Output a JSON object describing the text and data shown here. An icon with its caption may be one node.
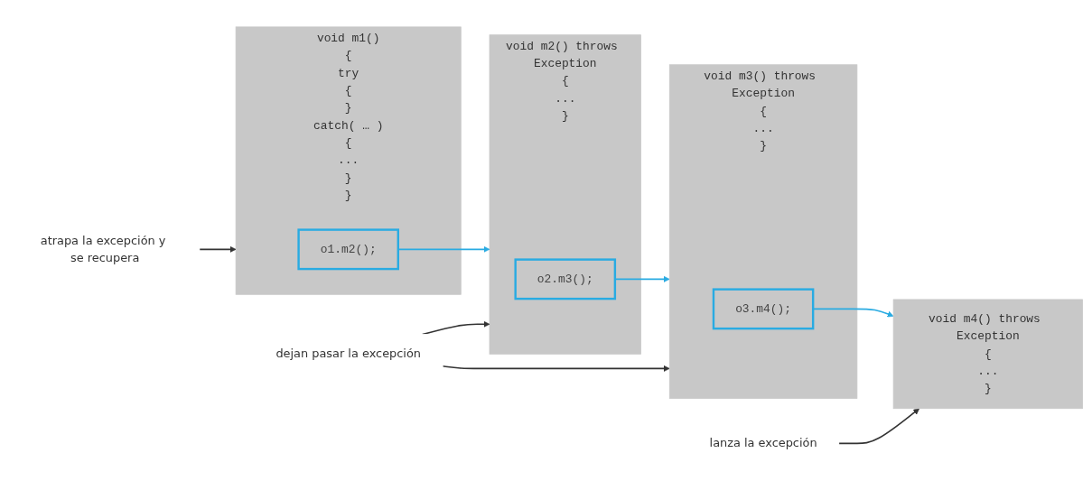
{
  "diagram": {
    "nodes": [
      {
        "text": [
          "void m1()",
          "{",
          "try",
          "{",
          "}",
          "catch( … )",
          "{",
          "...",
          "}",
          "}"
        ]
      },
      {
        "text": [
          "o1.m2();"
        ],
        "in": 0
      },
      {
        "text": [
          "void m2() throws Exception",
          "{",
          "...",
          "}"
        ]
      },
      {
        "text": [
          "o2.m3();"
        ],
        "in": 2
      },
      {
        "text": [
          "void m3() throws Exception",
          "{",
          "...",
          "}"
        ]
      },
      {
        "text": [
          "o3.m4();"
        ],
        "in": 4
      },
      {
        "text": [
          "void m4() throws Exception",
          "{",
          "...",
          "}"
        ]
      },
      {
        "text": [
          "atrapa la excepción y se recupera"
        ]
      },
      {
        "text": [
          "dejan pasar la excepción"
        ]
      },
      {
        "text": [
          "lanza la excepción"
        ]
      }
    ],
    "edges": [
      {
        "from": 1,
        "to": 2,
        "arrow": "to",
        "color": "#29abe2"
      },
      {
        "from": 3,
        "to": 4,
        "arrow": "to",
        "color": "#29abe2"
      },
      {
        "from": 5,
        "to": 6,
        "arrow": "to",
        "color": "#29abe2"
      },
      {
        "from": 7,
        "to": 0,
        "arrow": "to"
      },
      {
        "from": 8,
        "to": 2,
        "arrow": "to"
      },
      {
        "from": 8,
        "to": 4,
        "arrow": "to"
      },
      {
        "from": 9,
        "to": 6,
        "arrow": "to"
      }
    ]
  }
}
